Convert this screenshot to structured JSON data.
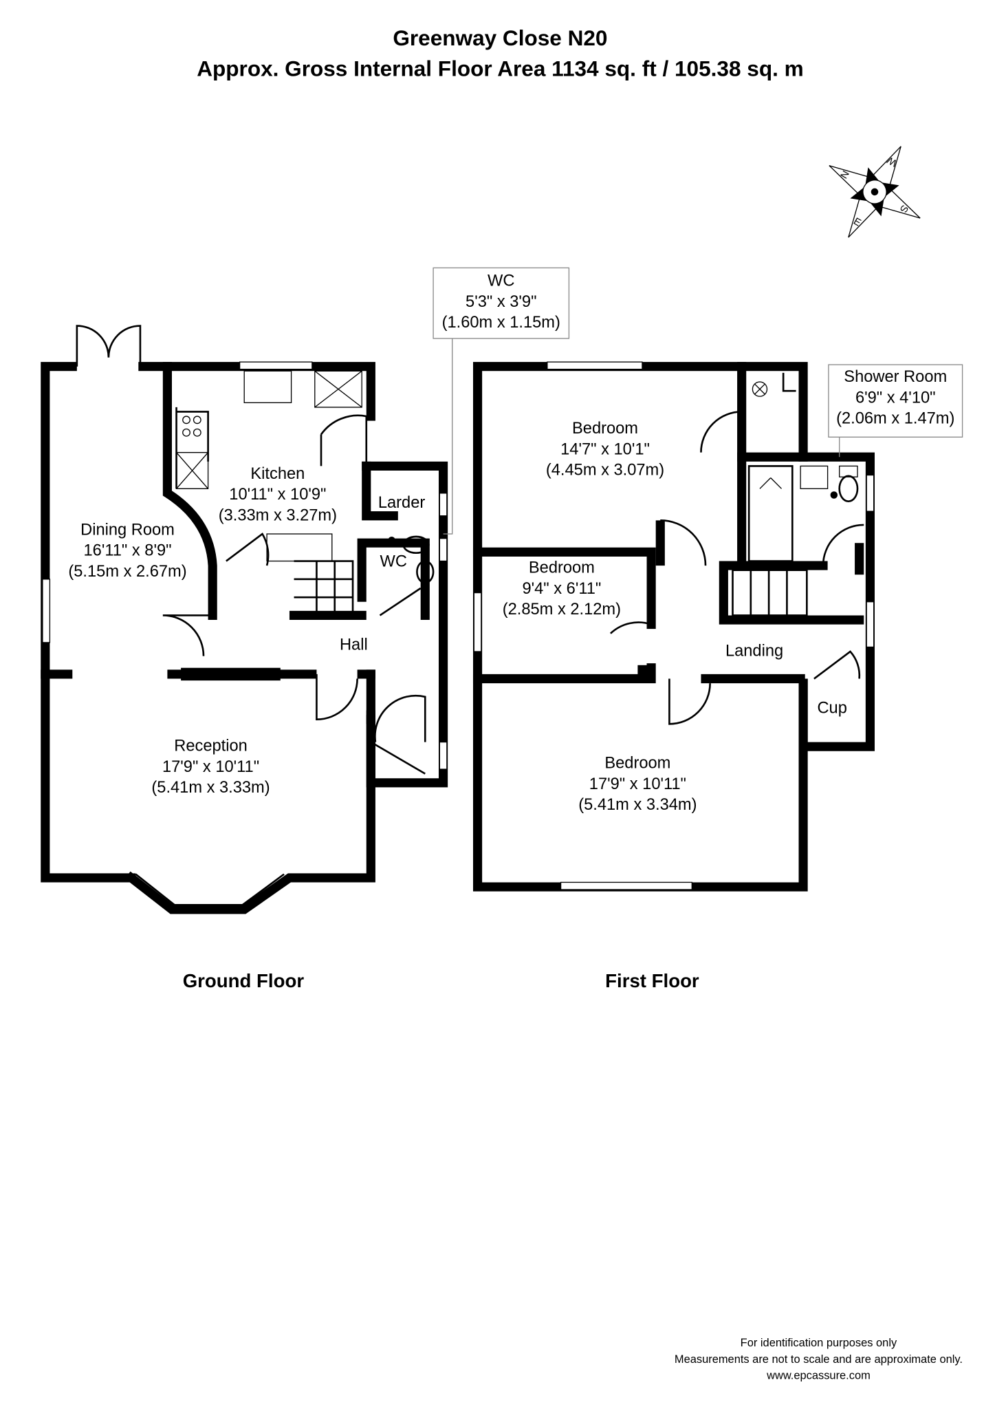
{
  "header": {
    "title": "Greenway Close N20",
    "subtitle": "Approx. Gross Internal Floor Area 1134 sq. ft / 105.38 sq. m"
  },
  "compass": {
    "labels": [
      "N",
      "E",
      "S",
      "W"
    ]
  },
  "ground_floor": {
    "label": "Ground Floor",
    "rooms": [
      {
        "name": "Kitchen",
        "imperial": "10'11\" x 10'9\"",
        "metric": "(3.33m x 3.27m)"
      },
      {
        "name": "Dining Room",
        "imperial": "16'11\" x 8'9\"",
        "metric": "(5.15m x 2.67m)"
      },
      {
        "name": "Reception",
        "imperial": "17'9\" x 10'11\"",
        "metric": "(5.41m x 3.33m)"
      },
      {
        "name": "Larder"
      },
      {
        "name": "WC"
      },
      {
        "name": "Hall"
      }
    ],
    "callout": {
      "name": "WC",
      "imperial": "5'3\" x 3'9\"",
      "metric": "(1.60m x 1.15m)"
    }
  },
  "first_floor": {
    "label": "First Floor",
    "rooms": [
      {
        "name": "Bedroom",
        "imperial": "14'7\" x 10'1\"",
        "metric": "(4.45m x 3.07m)"
      },
      {
        "name": "Bedroom",
        "imperial": "9'4\" x 6'11\"",
        "metric": "(2.85m x 2.12m)"
      },
      {
        "name": "Bedroom",
        "imperial": "17'9\" x 10'11\"",
        "metric": "(5.41m x 3.34m)"
      },
      {
        "name": "Landing"
      },
      {
        "name": "Cup"
      }
    ],
    "callout": {
      "name": "Shower Room",
      "imperial": "6'9\" x 4'10\"",
      "metric": "(2.06m x 1.47m)"
    }
  },
  "footer": {
    "line1": "For identification purposes only",
    "line2": "Measurements are not to scale and are approximate only.",
    "line3": "www.epcassure.com"
  }
}
